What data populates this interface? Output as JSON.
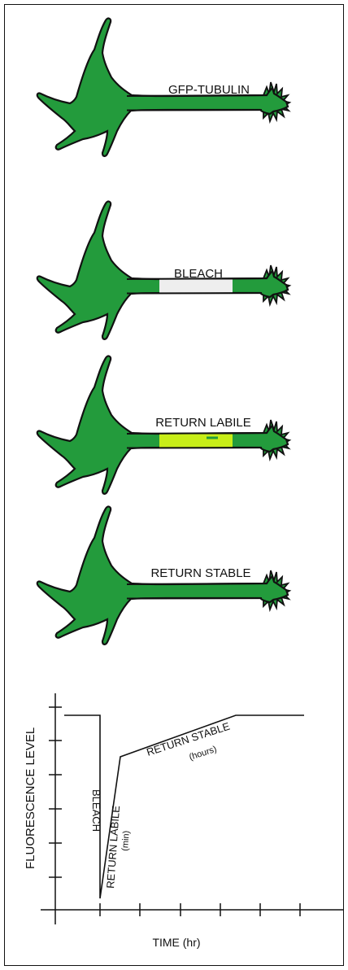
{
  "stages": [
    {
      "label": "GFP-TUBULIN",
      "axon": "intact"
    },
    {
      "label": "BLEACH",
      "axon": "bleached"
    },
    {
      "label": "RETURN LABILE",
      "axon": "labile"
    },
    {
      "label": "RETURN STABLE",
      "axon": "intact"
    }
  ],
  "colors": {
    "neuron_fill": "#239b3c",
    "outline": "#111111",
    "bleach": "#eeeeee",
    "labile": "#c8ee18",
    "labile_mark": "#239b3c"
  },
  "graph": {
    "ylabel": "FLUORESCENCE LEVEL",
    "xlabel": "TIME (hr)",
    "annotations": {
      "bleach": "BLEACH",
      "labile": "RETURN LABILE",
      "labile_unit": "(min)",
      "stable": "RETURN STABLE",
      "stable_unit": "(hours)"
    }
  }
}
